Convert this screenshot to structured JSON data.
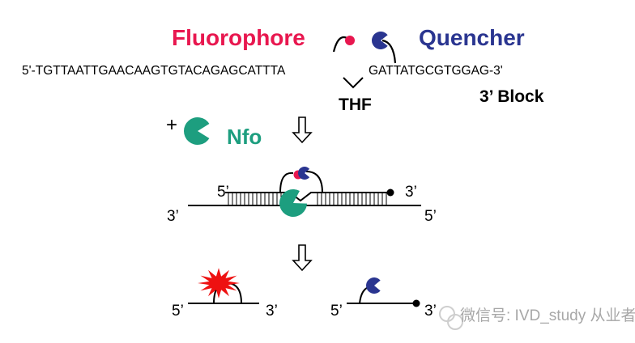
{
  "colors": {
    "fluorophore": "#e8174f",
    "quencher": "#2a3590",
    "nfo": "#1d9e7f",
    "burst": "#ee1111",
    "watermark": "#a7a7a7"
  },
  "labels": {
    "fluorophore": "Fluorophore",
    "quencher": "Quencher",
    "probe_seq_5": "5'-TGTTAATTGAACAAGTGTACAGAGCATTTA",
    "probe_seq_3": "GATTATGCGTGGAG-3'",
    "thf": "THF",
    "block_3": "3’ Block",
    "plus": "+",
    "nfo": "Nfo"
  },
  "duplex": {
    "probe_5": "5’",
    "probe_3": "3’",
    "target_3": "3’",
    "target_5": "5’"
  },
  "products": {
    "left_5": "5’",
    "left_3": "3’",
    "right_5": "5’",
    "right_3": "3’"
  },
  "icons": {
    "arrow_1": "hollow-down-arrow-icon",
    "arrow_2": "hollow-down-arrow-icon",
    "fluorophore": "red-dot-icon",
    "quencher": "pacman-icon",
    "nfo": "pacman-icon",
    "signal": "starburst-icon"
  },
  "watermark": {
    "text": "微信号: IVD_study 从业者网"
  }
}
